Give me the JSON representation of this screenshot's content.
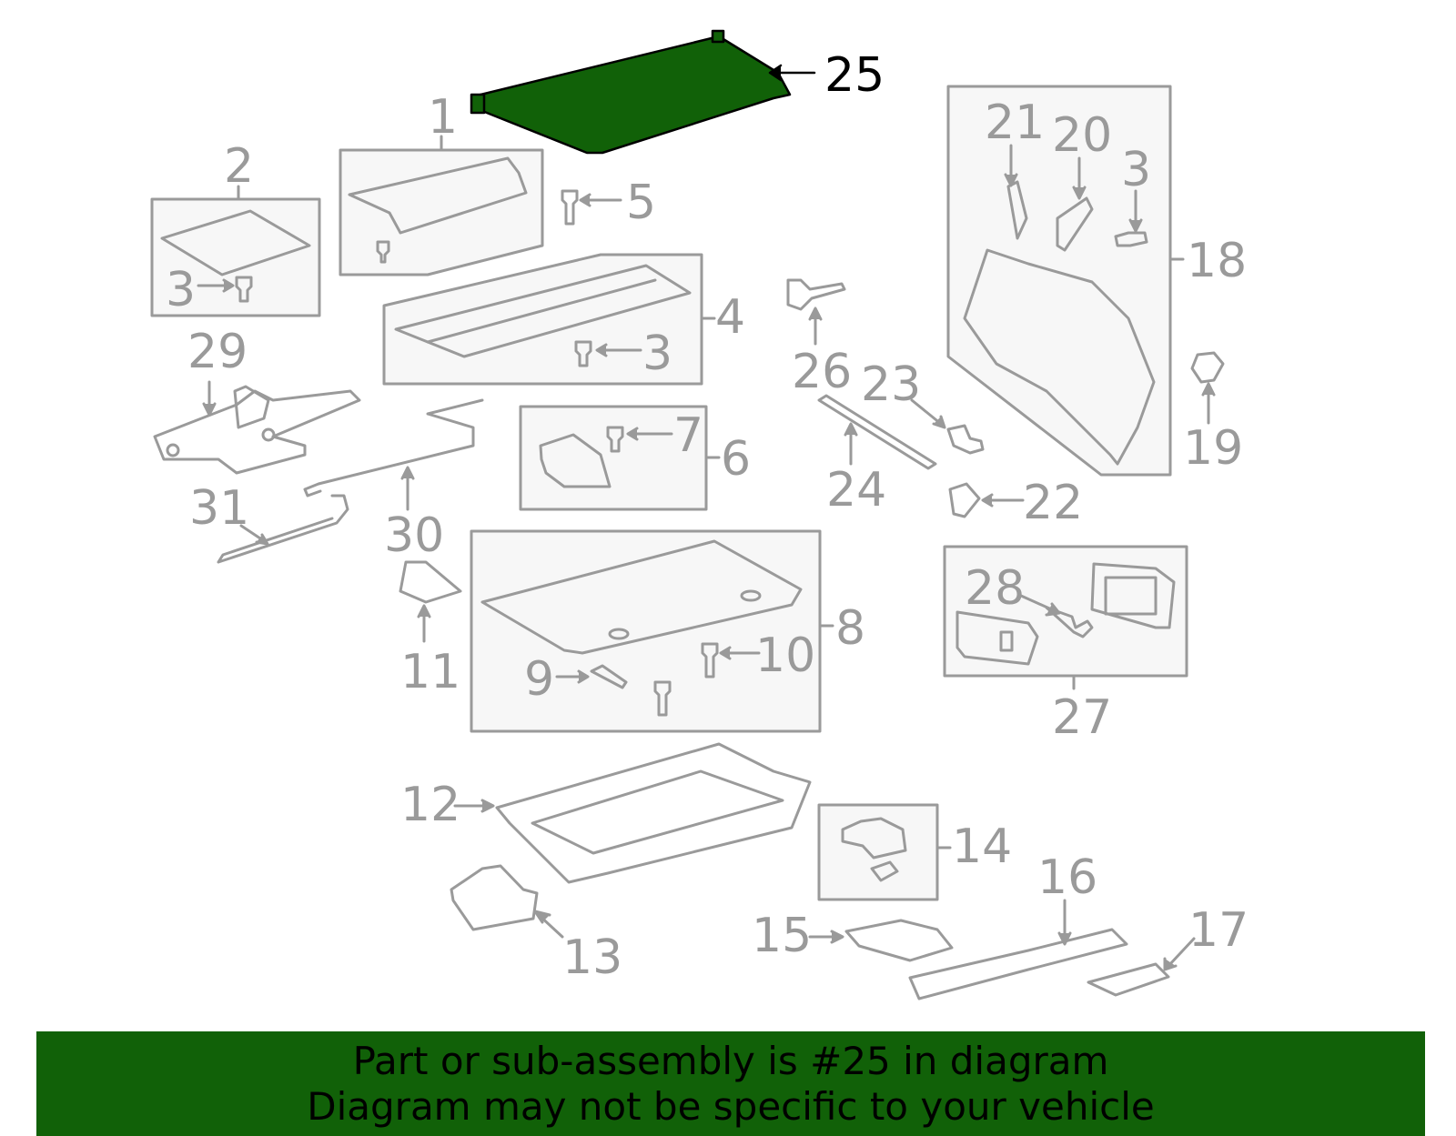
{
  "colors": {
    "part_line": "#9a9a9a",
    "box_fill": "#f7f7f7",
    "highlight_fill": "#116108",
    "highlight_text": "#000000",
    "footer_bg": "#116108"
  },
  "callouts": {
    "c1": "1",
    "c2": "2",
    "c3a": "3",
    "c3b": "3",
    "c3c": "3",
    "c4": "4",
    "c5": "5",
    "c6": "6",
    "c7": "7",
    "c8": "8",
    "c9": "9",
    "c10": "10",
    "c11": "11",
    "c12": "12",
    "c13": "13",
    "c14": "14",
    "c15": "15",
    "c16": "16",
    "c17": "17",
    "c18": "18",
    "c19": "19",
    "c20": "20",
    "c21": "21",
    "c22": "22",
    "c23": "23",
    "c24": "24",
    "c25": "25",
    "c26": "26",
    "c27": "27",
    "c28": "28",
    "c29": "29",
    "c30": "30",
    "c31": "31"
  },
  "footer": {
    "line1": "Part or sub-assembly is #25 in diagram",
    "line2": "Diagram may not be specific to your vehicle"
  }
}
